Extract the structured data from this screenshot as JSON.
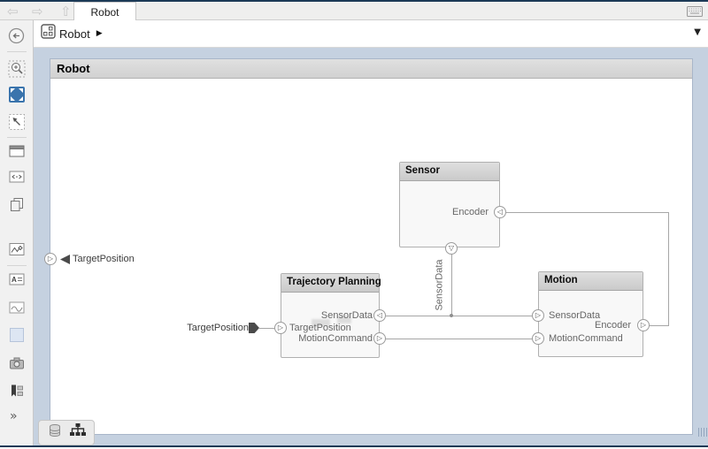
{
  "titlebar": {
    "tab": "Robot"
  },
  "breadcrumb": {
    "root": "Robot",
    "caret": "▶",
    "dropdown_caret": "▼"
  },
  "canvas": {
    "title": "Robot",
    "connector_label": "SensorData",
    "boundary_port_label": "TargetPosition",
    "source_tag_label": "TargetPosition"
  },
  "components": {
    "sensor": {
      "title": "Sensor",
      "port_encoder": "Encoder"
    },
    "trajectory_planning": {
      "title": "Trajectory Planning",
      "port_sensor_data": "SensorData",
      "port_target_position": "TargetPosition",
      "port_motion_command": "MotionCommand"
    },
    "motion": {
      "title": "Motion",
      "port_sensor_data": "SensorData",
      "port_motion_command": "MotionCommand",
      "port_encoder": "Encoder"
    }
  },
  "glyphs": {
    "tri_right": "▷",
    "tri_left": "◁",
    "tri_down": "▽",
    "nav_back": "⇦",
    "nav_forward": "⇨",
    "nav_up": "⇧",
    "more_chevrons": "»"
  },
  "colors": {
    "frame": "#c5d1e0",
    "accent_blue": "#3a74ad",
    "component_header": "#d4d4d4"
  }
}
